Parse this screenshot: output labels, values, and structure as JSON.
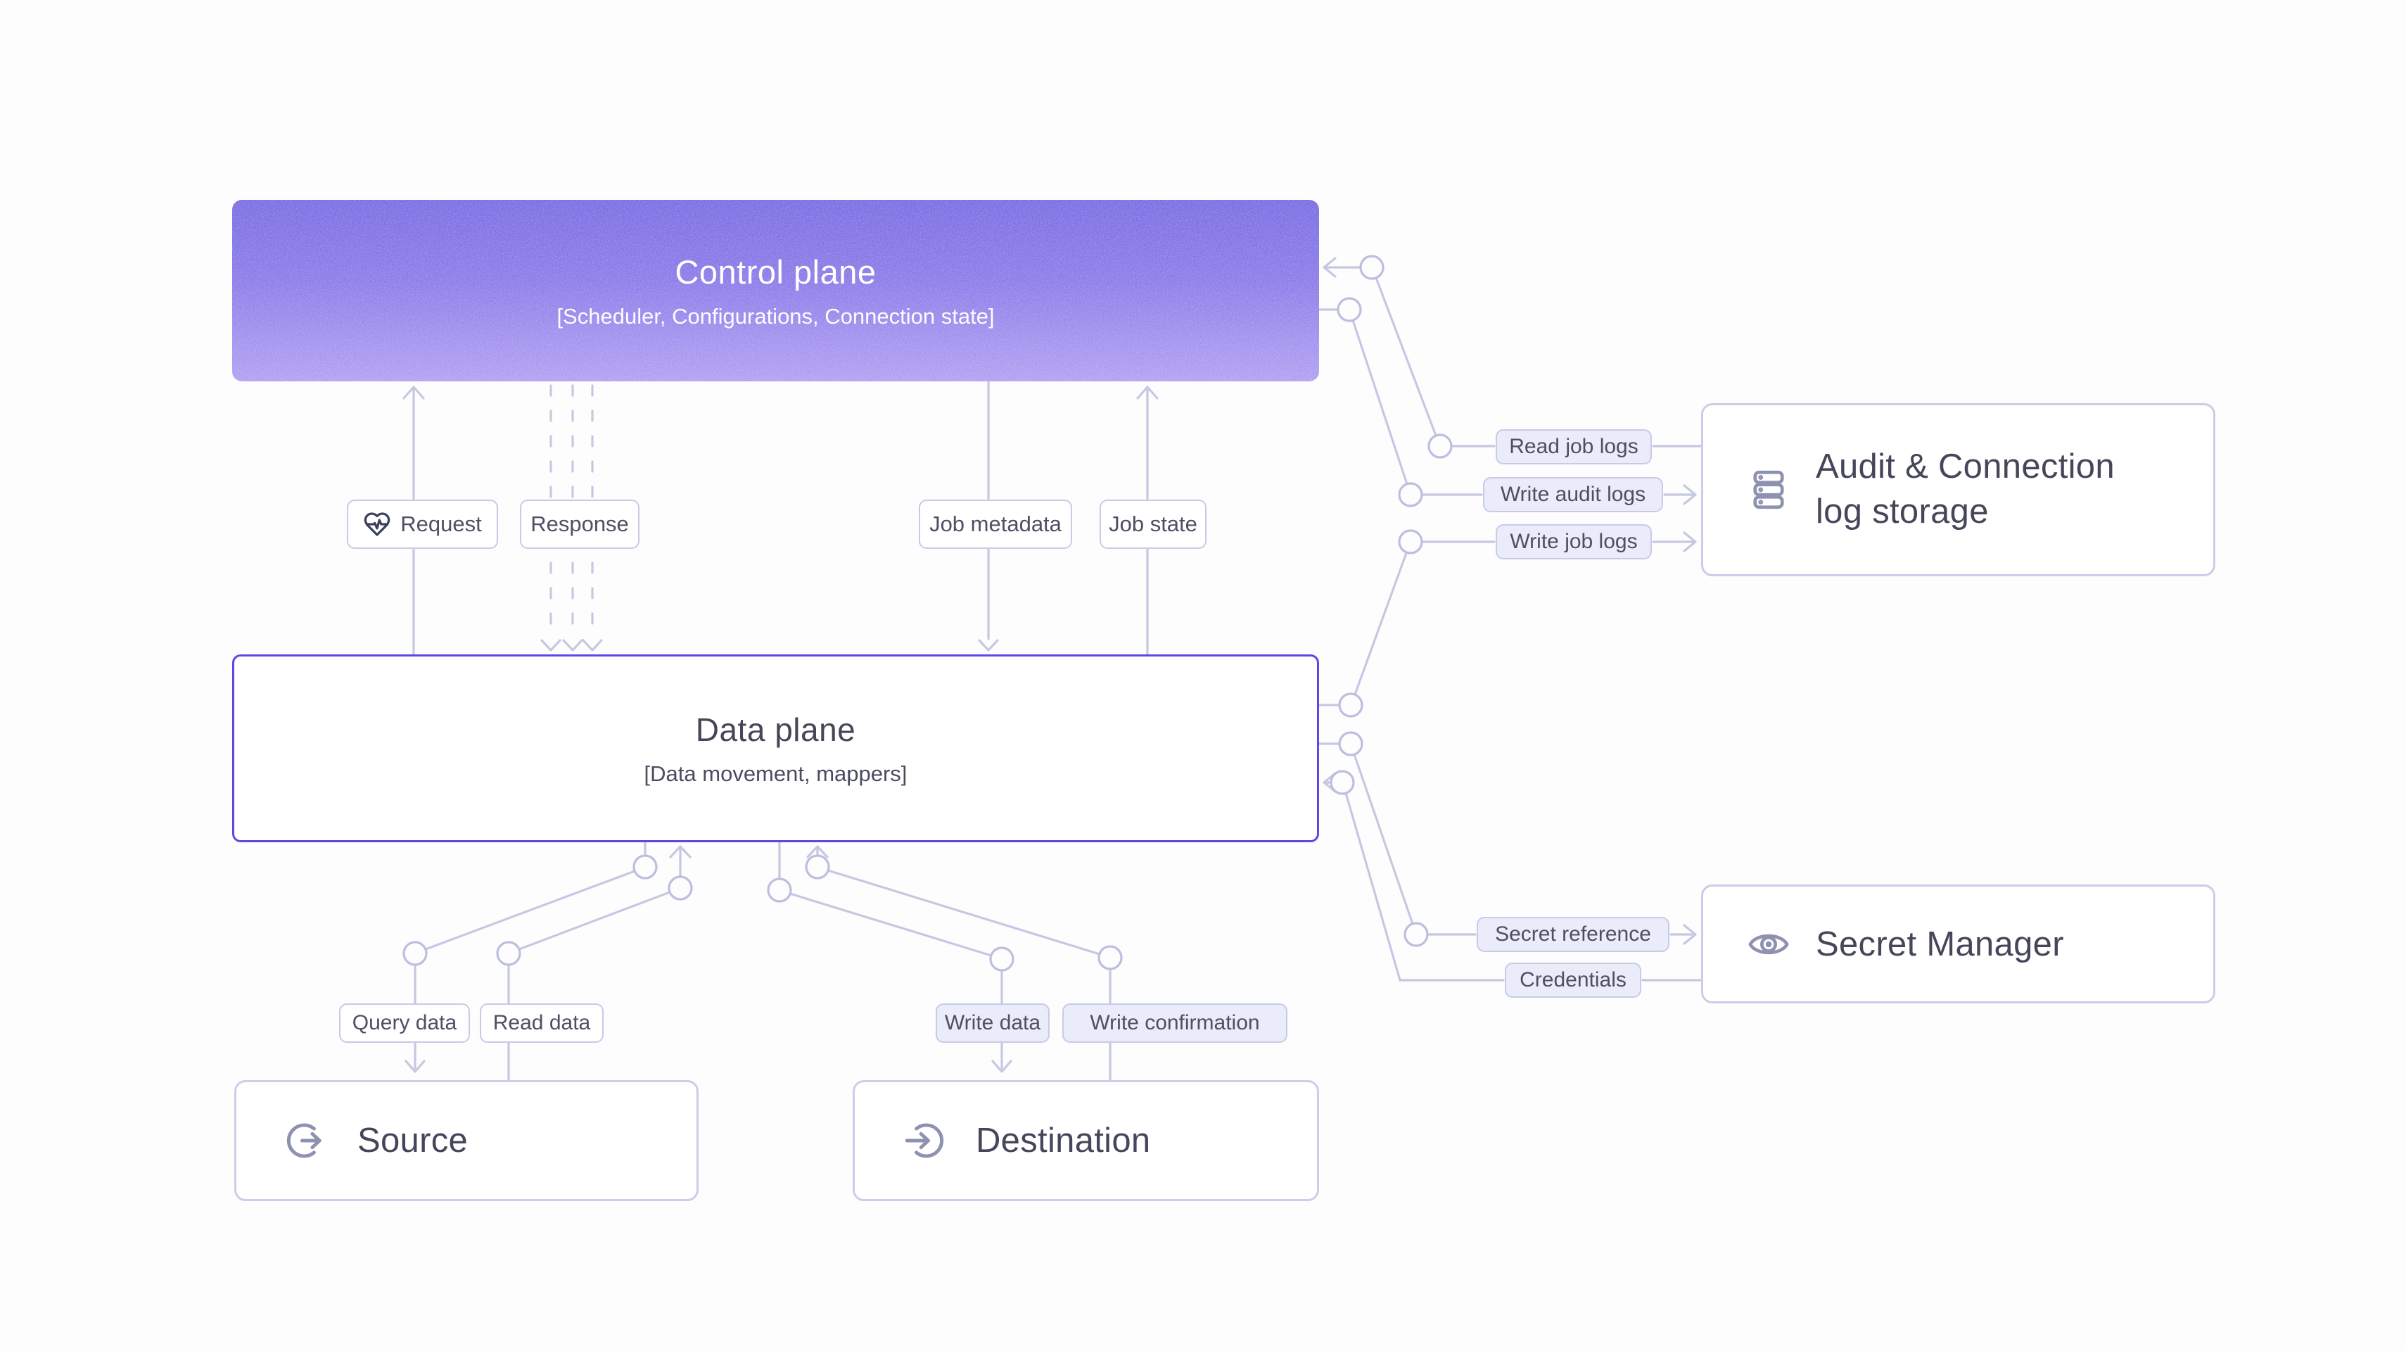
{
  "boxes": {
    "control_plane": {
      "title": "Control plane",
      "subtitle": "[Scheduler, Configurations, Connection state]"
    },
    "data_plane": {
      "title": "Data plane",
      "subtitle": "[Data movement, mappers]"
    },
    "source": {
      "title": "Source",
      "icon": "arrow-out-of-circle-icon"
    },
    "destination": {
      "title": "Destination",
      "icon": "arrow-into-circle-icon"
    },
    "audit_log_storage": {
      "title": "Audit & Connection log storage",
      "icon": "server-stack-icon"
    },
    "secret_manager": {
      "title": "Secret Manager",
      "icon": "eye-icon"
    }
  },
  "edge_labels": {
    "request": "Request",
    "response": "Response",
    "job_metadata": "Job metadata",
    "job_state": "Job state",
    "query_data": "Query data",
    "read_data": "Read data",
    "write_data": "Write data",
    "write_confirmation": "Write confirmation",
    "read_job_logs": "Read job logs",
    "write_audit_logs": "Write audit logs",
    "write_job_logs": "Write job logs",
    "secret_reference": "Secret reference",
    "credentials": "Credentials"
  },
  "colors": {
    "background": "#fdfdfe",
    "wire": "#c6c8e2",
    "accent_border": "#5a48e8",
    "gradient_top": "#6a5ce0",
    "gradient_bottom": "#a896f1",
    "chip_fill_lavender": "#eaecf9",
    "chip_border": "#c8cbe7",
    "box_border": "#cbcde9",
    "text_dark": "#45465a",
    "icon_gray": "#8e92b0"
  }
}
